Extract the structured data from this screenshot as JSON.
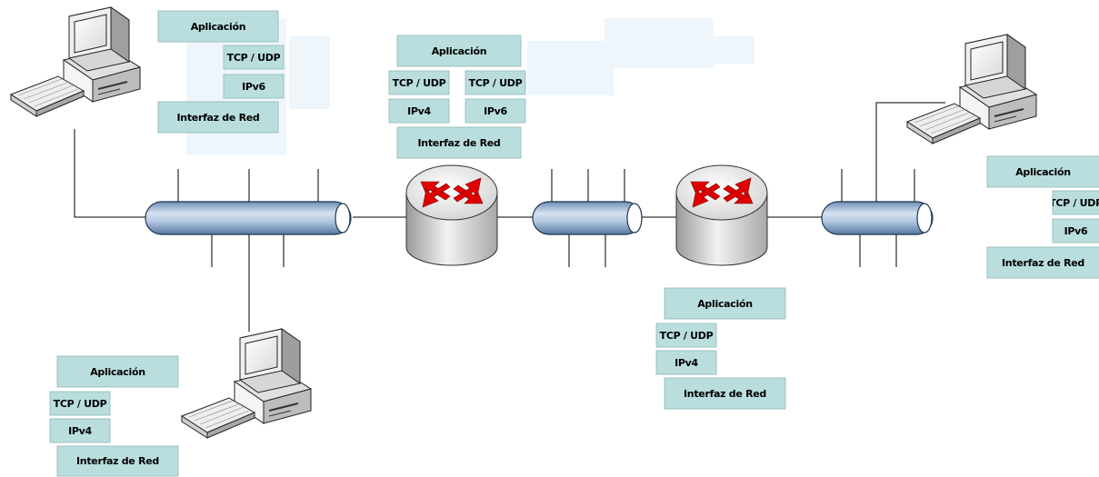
{
  "host_top_left": {
    "app": "Aplicación",
    "transport": "TCP / UDP",
    "network": "IPv6",
    "link": "Interfaz de Red"
  },
  "router_center": {
    "app": "Aplicación",
    "transport_left": "TCP / UDP",
    "transport_right": "TCP / UDP",
    "network_left": "IPv4",
    "network_right": "IPv6",
    "link": "Interfaz de Red"
  },
  "host_right": {
    "app": "Aplicación",
    "transport": "TCP / UDP",
    "network": "IPv6",
    "link": "Interfaz de Red"
  },
  "router_right": {
    "app": "Aplicación",
    "transport": "TCP / UDP",
    "network": "IPv4",
    "link": "Interfaz de Red"
  },
  "host_bottom_left": {
    "app": "Aplicación",
    "transport": "TCP / UDP",
    "network": "IPv4",
    "link": "Interfaz de Red"
  },
  "colors": {
    "layer_box": "#b9dedd",
    "bus_light": "#c9d8ea",
    "bus_dark": "#5e7fa8",
    "router_arrow": "#e00000",
    "line": "#000000"
  }
}
